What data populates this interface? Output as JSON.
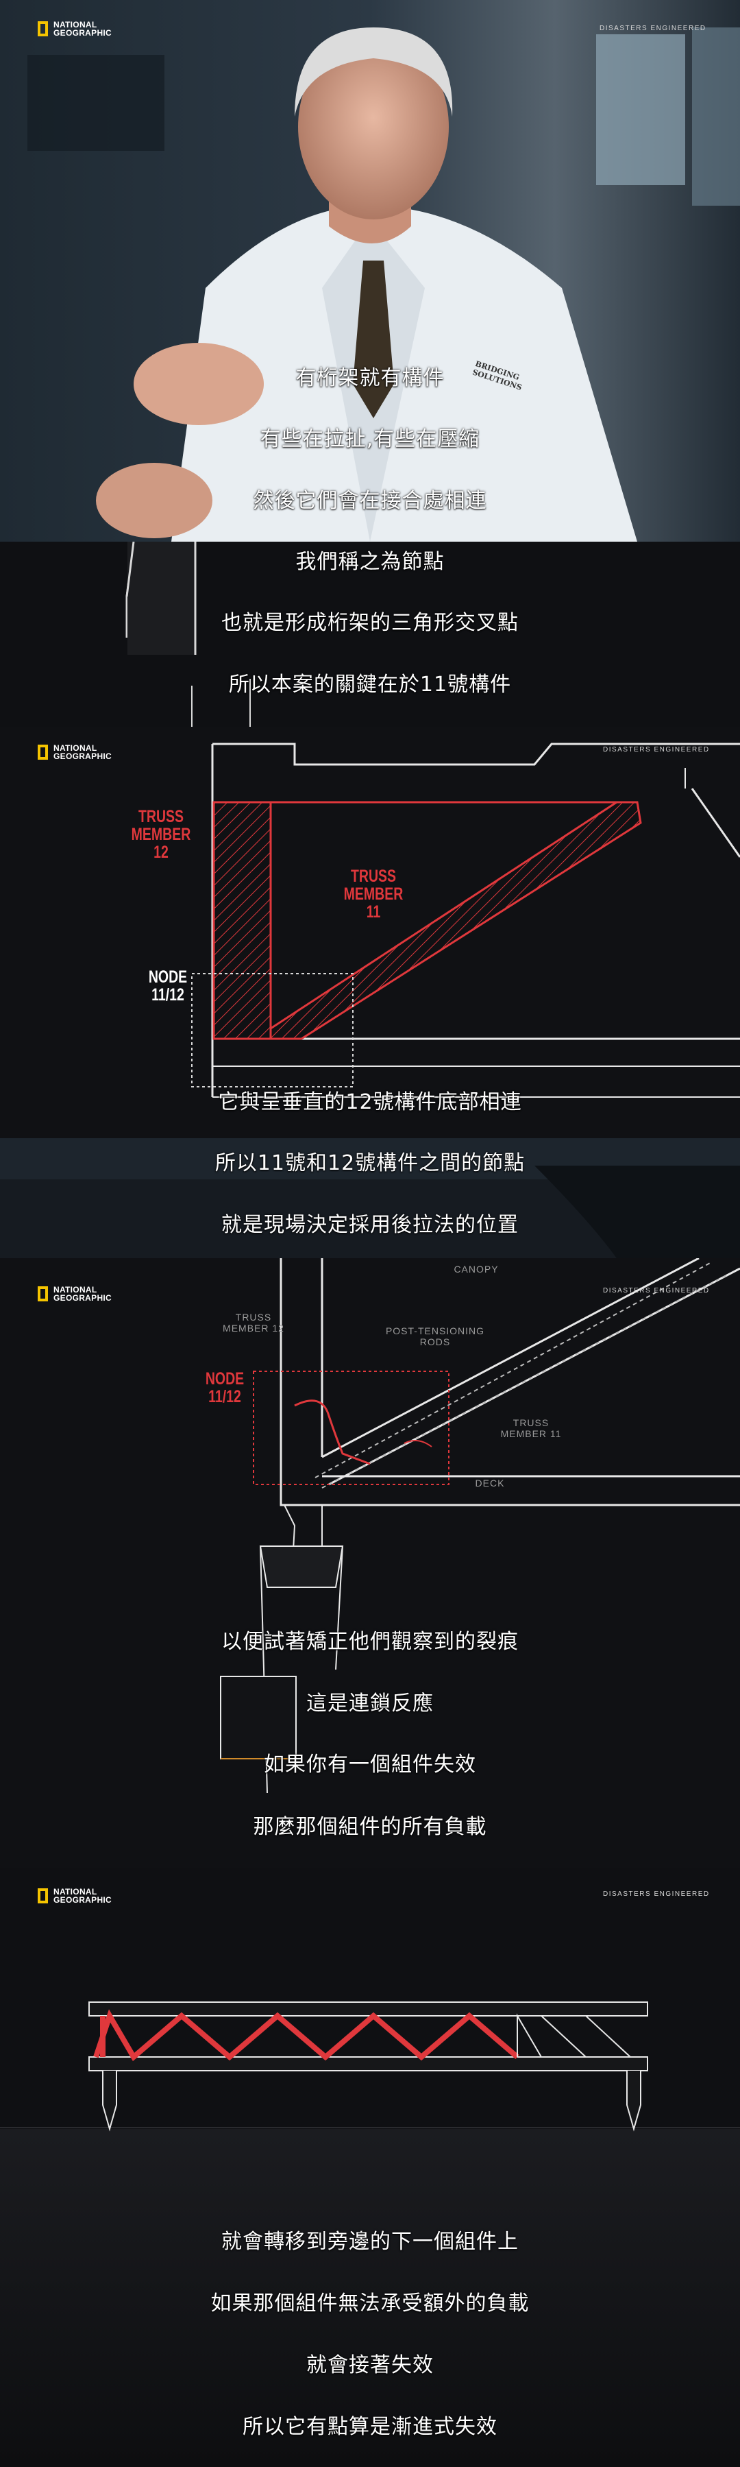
{
  "brand": {
    "logo_text": "NATIONAL\nGEOGRAPHIC",
    "series": "DISASTERS ENGINEERED",
    "accent_color": "#f5c400"
  },
  "panel1": {
    "shirt_logo": "BRIDGING\nSOLUTIONS",
    "subtitles": [
      "有桁架就有構件",
      "有些在拉扯,有些在壓縮",
      "然後它們會在接合處相連"
    ]
  },
  "panel2": {
    "subtitles": [
      "我們稱之為節點",
      "也就是形成桁架的三角形交叉點",
      "所以本案的關鍵在於11號構件"
    ]
  },
  "panel3": {
    "labels": {
      "truss_member_12": "TRUSS\nMEMBER 12",
      "truss_member_11": "TRUSS\nMEMBER 11",
      "node": "NODE\n11/12"
    },
    "subtitles": [
      "它與呈垂直的12號構件底部相連"
    ]
  },
  "panel4": {
    "subtitles": [
      "所以11號和12號構件之間的節點",
      "就是現場決定採用後拉法的位置"
    ]
  },
  "panel5": {
    "labels": {
      "canopy": "CANOPY",
      "truss_member_12": "TRUSS\nMEMBER 12",
      "post_tensioning": "POST-TENSIONING\nRODS",
      "node": "NODE\n11/12",
      "truss_member_11": "TRUSS\nMEMBER 11",
      "deck": "DECK"
    },
    "subtitles": [
      "以便試著矯正他們觀察到的裂痕",
      "這是連鎖反應",
      "如果你有一個組件失效",
      "那麼那個組件的所有負載"
    ]
  },
  "panel6": {
    "subtitles": [
      "就會轉移到旁邊的下一個組件上",
      "如果那個組件無法承受額外的負載",
      "就會接著失效",
      "所以它有點算是漸進式失效"
    ]
  },
  "colors": {
    "highlight_red": "#e0383c",
    "line_white": "#e8e8e8"
  }
}
